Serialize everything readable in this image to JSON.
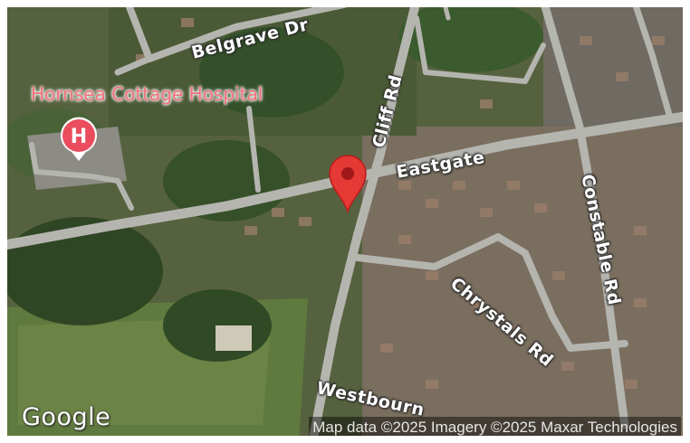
{
  "map": {
    "poi": {
      "name": "Hornsea Cottage Hospital",
      "marker_glyph": "H",
      "marker_color": "#ea4d5e"
    },
    "roads": {
      "belgrave": "Belgrave Dr",
      "cliff": "Cliff Rd",
      "eastgate": "Eastgate",
      "constable": "Constable Rd",
      "chrystals": "Chrystals Rd",
      "westbourne": "Westbourn"
    },
    "pin_color": "#e53935",
    "logo": "Google",
    "attribution": "Map data ©2025 Imagery ©2025 Maxar Technologies",
    "colors": {
      "road": "#b5b5b0",
      "vegetation": "#3f5a2e",
      "roofs": "#8a7566"
    }
  }
}
